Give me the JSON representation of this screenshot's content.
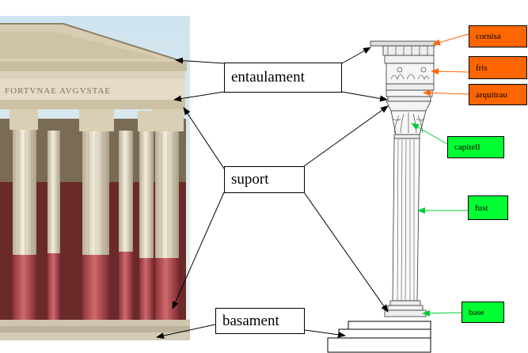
{
  "labels": {
    "entablature": "entaulament",
    "support": "suport",
    "base_platform": "basament"
  },
  "parts": {
    "cornice": "cornisa",
    "frieze": "fris",
    "architrave": "arquitrau",
    "capital": "capitell",
    "shaft": "fust",
    "base": "base"
  },
  "temple_inscription": "FORTVNAE AVGVSTAE",
  "colors": {
    "entablature_parts": "#ff6600",
    "column_parts": "#00ff33",
    "temple_stone": "#e7dfc8",
    "column_red": "#b9484f",
    "arrow": "#000000"
  }
}
